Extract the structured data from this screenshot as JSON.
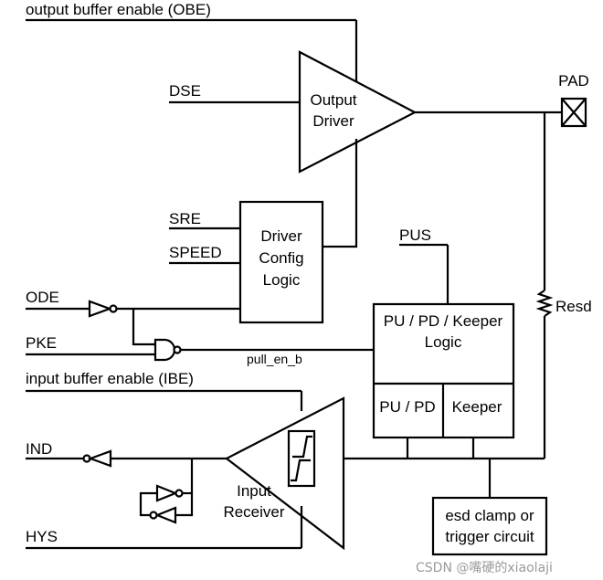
{
  "signals": {
    "obe": "output buffer enable (OBE)",
    "dse": "DSE",
    "sre": "SRE",
    "speed": "SPEED",
    "ode": "ODE",
    "pke": "PKE",
    "ibe": "input buffer enable (IBE)",
    "ind": "IND",
    "hys": "HYS",
    "pus": "PUS",
    "pad": "PAD",
    "resd": "Resd",
    "pull_en_b": "pull_en_b"
  },
  "blocks": {
    "output_driver": [
      "Output",
      "Driver"
    ],
    "driver_config": [
      "Driver",
      "Config",
      "Logic"
    ],
    "pu_pd_keeper_logic": [
      "PU / PD / Keeper",
      "Logic"
    ],
    "pu_pd": "PU / PD",
    "keeper": "Keeper",
    "input_receiver": [
      "Input",
      "Receiver"
    ],
    "esd": [
      "esd clamp or",
      "trigger circuit"
    ]
  },
  "watermark": "CSDN @嘴硬的xiaolaji"
}
